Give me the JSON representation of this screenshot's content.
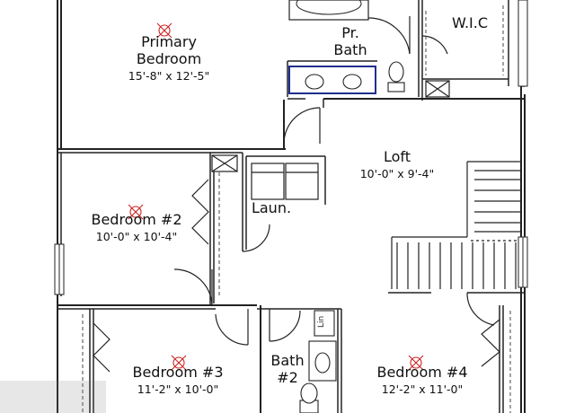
{
  "rooms": {
    "primary_bedroom": {
      "name": "Primary\nBedroom",
      "dims": "15'-8\" x 12'-5\""
    },
    "primary_bath": {
      "name": "Pr.\nBath"
    },
    "walk_in_closet": {
      "name": "W.I.C"
    },
    "loft": {
      "name": "Loft",
      "dims": "10'-0\" x 9'-4\""
    },
    "laundry": {
      "name": "Laun."
    },
    "bedroom_2": {
      "name": "Bedroom #2",
      "dims": "10'-0\" x 10'-4\""
    },
    "bedroom_3": {
      "name": "Bedroom #3",
      "dims": "11'-2\" x 10'-0\""
    },
    "bath_2": {
      "name": "Bath\n#2"
    },
    "bedroom_4": {
      "name": "Bedroom #4",
      "dims": "12'-2\" x 11'-0\""
    },
    "linen": {
      "name": "Lin"
    }
  },
  "colors": {
    "wall": "#222222",
    "fixture_accent": "#1f2e8c",
    "light_symbol": "#cc2222"
  },
  "icons": [
    "ceiling-light-icon",
    "toilet-icon",
    "sink-icon",
    "bathtub-icon",
    "washer-icon",
    "dryer-icon"
  ]
}
